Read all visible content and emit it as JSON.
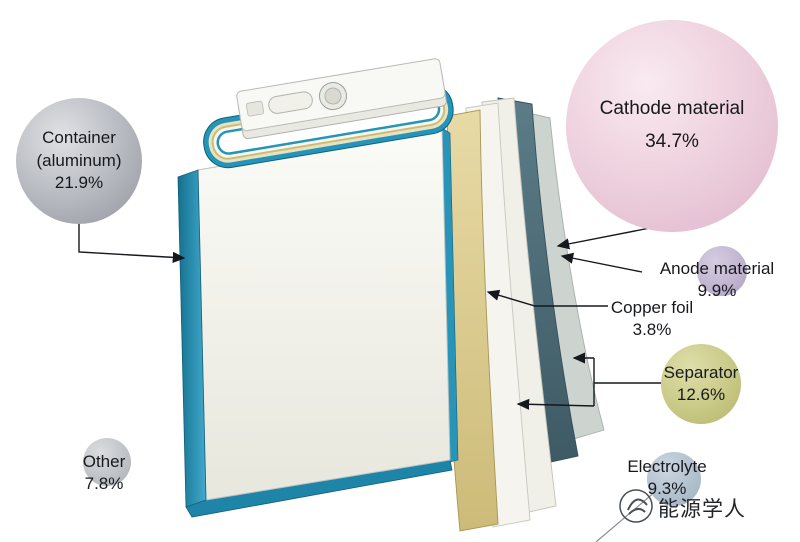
{
  "diagram": {
    "labels": {
      "container": {
        "name": "Container",
        "qualifier": "(aluminum)",
        "value": "21.9%"
      },
      "cathode": {
        "name": "Cathode material",
        "value": "34.7%"
      },
      "anode": {
        "name": "Anode material",
        "value": "9.9%"
      },
      "copper_foil": {
        "name": "Copper foil",
        "value": "3.8%"
      },
      "separator": {
        "name": "Separator",
        "value": "12.6%"
      },
      "electrolyte": {
        "name": "Electrolyte",
        "value": "9.3%"
      },
      "other": {
        "name": "Other",
        "value": "7.8%"
      }
    },
    "watermark": {
      "text": "能源学人",
      "logo_icon": "energy-scholar-circle-logo"
    },
    "colors": {
      "cathode_bubble": "#e6c3d4",
      "container_bubble": "#b0b3ba",
      "anode_bubble": "#c1b5d0",
      "separator_bubble": "#c9c987",
      "electrolyte_bubble": "#b2c1ce",
      "other_bubble": "#c0c3c8",
      "battery_teal": "#2495b8",
      "sheet_tan": "#d9c88e",
      "sheet_dark_slate": "#4a6570",
      "sheet_ivory": "#f3f2ec",
      "sheet_gray": "#cdd4d0"
    }
  },
  "chart_data": {
    "type": "pie",
    "categories": [
      "Cathode material",
      "Container (aluminum)",
      "Separator",
      "Anode material",
      "Electrolyte",
      "Other",
      "Copper foil"
    ],
    "values": [
      34.7,
      21.9,
      12.6,
      9.9,
      9.3,
      7.8,
      3.8
    ]
  }
}
